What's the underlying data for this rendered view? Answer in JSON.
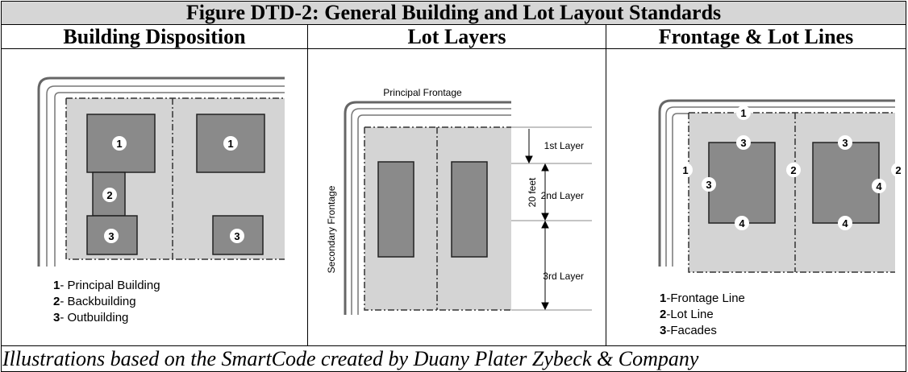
{
  "title": "Figure DTD-2: General Building and Lot Layout Standards",
  "columns": [
    {
      "header": "Building Disposition"
    },
    {
      "header": "Lot Layers"
    },
    {
      "header": "Frontage & Lot Lines"
    }
  ],
  "panel1": {
    "markers": [
      "1",
      "1",
      "2",
      "3",
      "3"
    ],
    "legend": [
      {
        "num": "1",
        "text": "- Principal Building"
      },
      {
        "num": "2",
        "text": "- Backbuilding"
      },
      {
        "num": "3",
        "text": "- Outbuilding"
      }
    ]
  },
  "panel2": {
    "principal_frontage": "Principal Frontage",
    "secondary_frontage": "Secondary Frontage",
    "dimension": "20 feet",
    "layers": [
      "1st Layer",
      "2nd Layer",
      "3rd Layer"
    ]
  },
  "panel3": {
    "markers": [
      "1",
      "1",
      "2",
      "2",
      "3",
      "3",
      "3",
      "4",
      "4",
      "4"
    ],
    "legend": [
      {
        "num": "1",
        "text": "-Frontage Line"
      },
      {
        "num": "2",
        "text": "-Lot Line"
      },
      {
        "num": "3",
        "text": "-Facades"
      }
    ]
  },
  "caption": "Illustrations based on the SmartCode created by Duany Plater Zybeck & Company"
}
